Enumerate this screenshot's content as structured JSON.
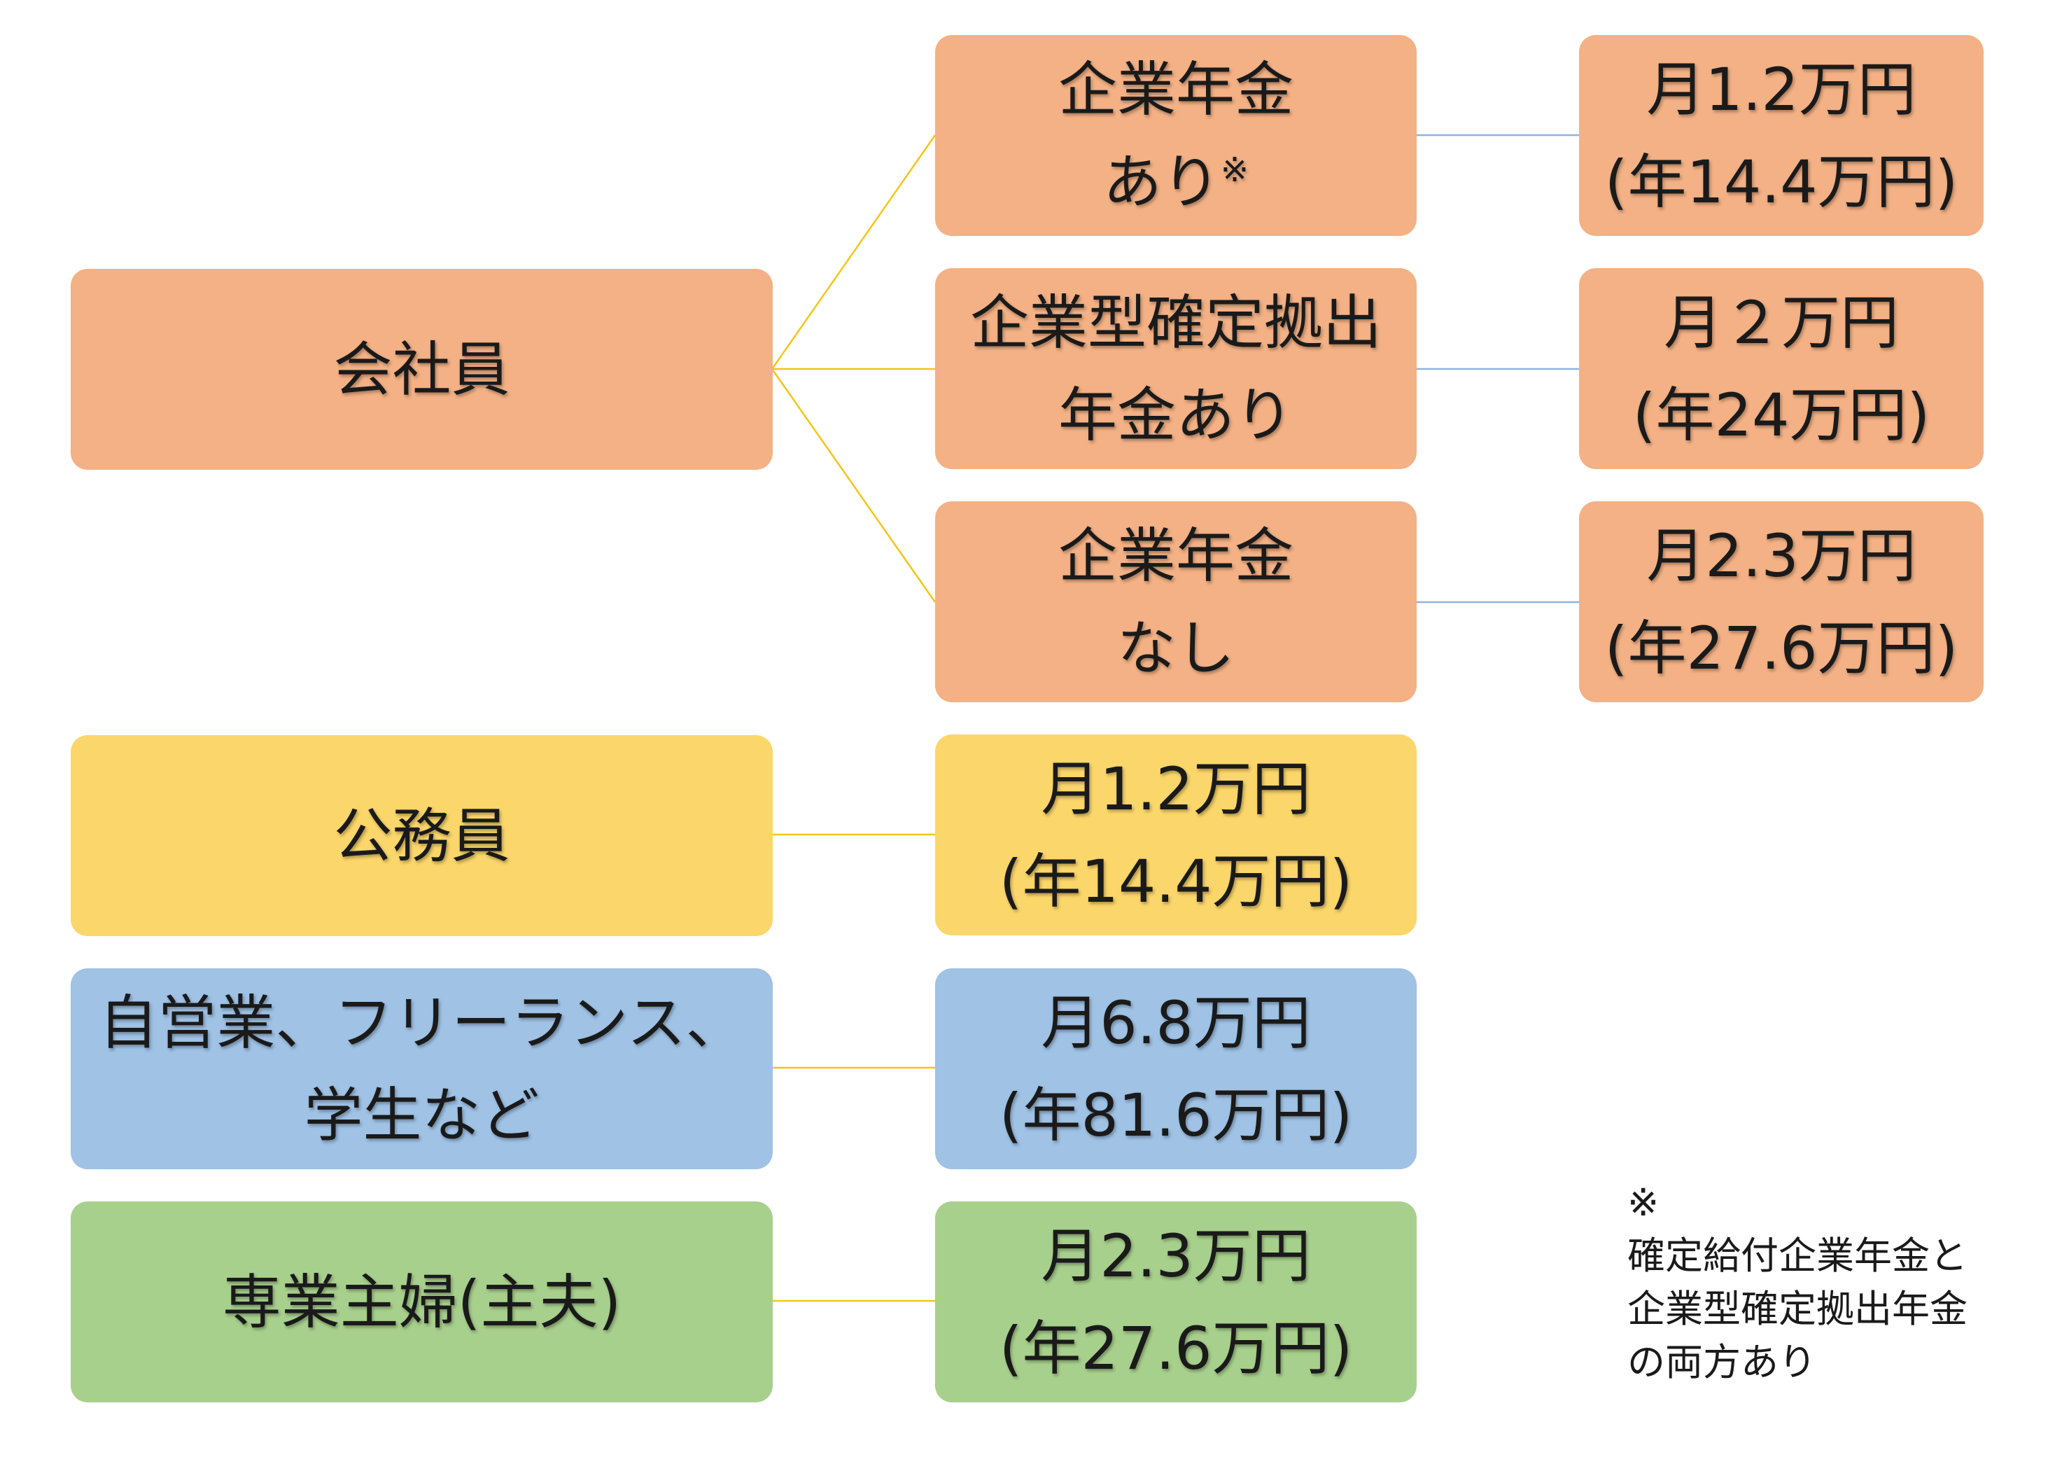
{
  "colors": {
    "company_employee": "#f3b185",
    "civil_servant": "#fbd66a",
    "self_employed": "#9fc2e5",
    "homemaker": "#a8d08d",
    "branch_line": "#f5c518",
    "result_line": "#8fb4e0"
  },
  "categories": {
    "company_employee": {
      "label": "会社員"
    },
    "civil_servant": {
      "label": "公務員"
    },
    "self_employed": {
      "line1": "自営業、フリーランス、",
      "line2": "学生など"
    },
    "homemaker": {
      "label": "専業主婦(主夫)"
    }
  },
  "company_branches": [
    {
      "line1": "企業年金",
      "line2": "あり",
      "mark": "※",
      "result_line1": "月1.2万円",
      "result_line2": "(年14.4万円)"
    },
    {
      "line1": "企業型確定拠出",
      "line2": "年金あり",
      "mark": "",
      "result_line1": "月２万円",
      "result_line2": "(年24万円)"
    },
    {
      "line1": "企業年金",
      "line2": "なし",
      "mark": "",
      "result_line1": "月2.3万円",
      "result_line2": "(年27.6万円)"
    }
  ],
  "results": {
    "civil_servant": {
      "line1": "月1.2万円",
      "line2": "(年14.4万円)"
    },
    "self_employed": {
      "line1": "月6.8万円",
      "line2": "(年81.6万円)"
    },
    "homemaker": {
      "line1": "月2.3万円",
      "line2": "(年27.6万円)"
    }
  },
  "note": {
    "mark": "※",
    "line1": "確定給付企業年金と",
    "line2": "企業型確定拠出年金",
    "line3": "の両方あり"
  }
}
